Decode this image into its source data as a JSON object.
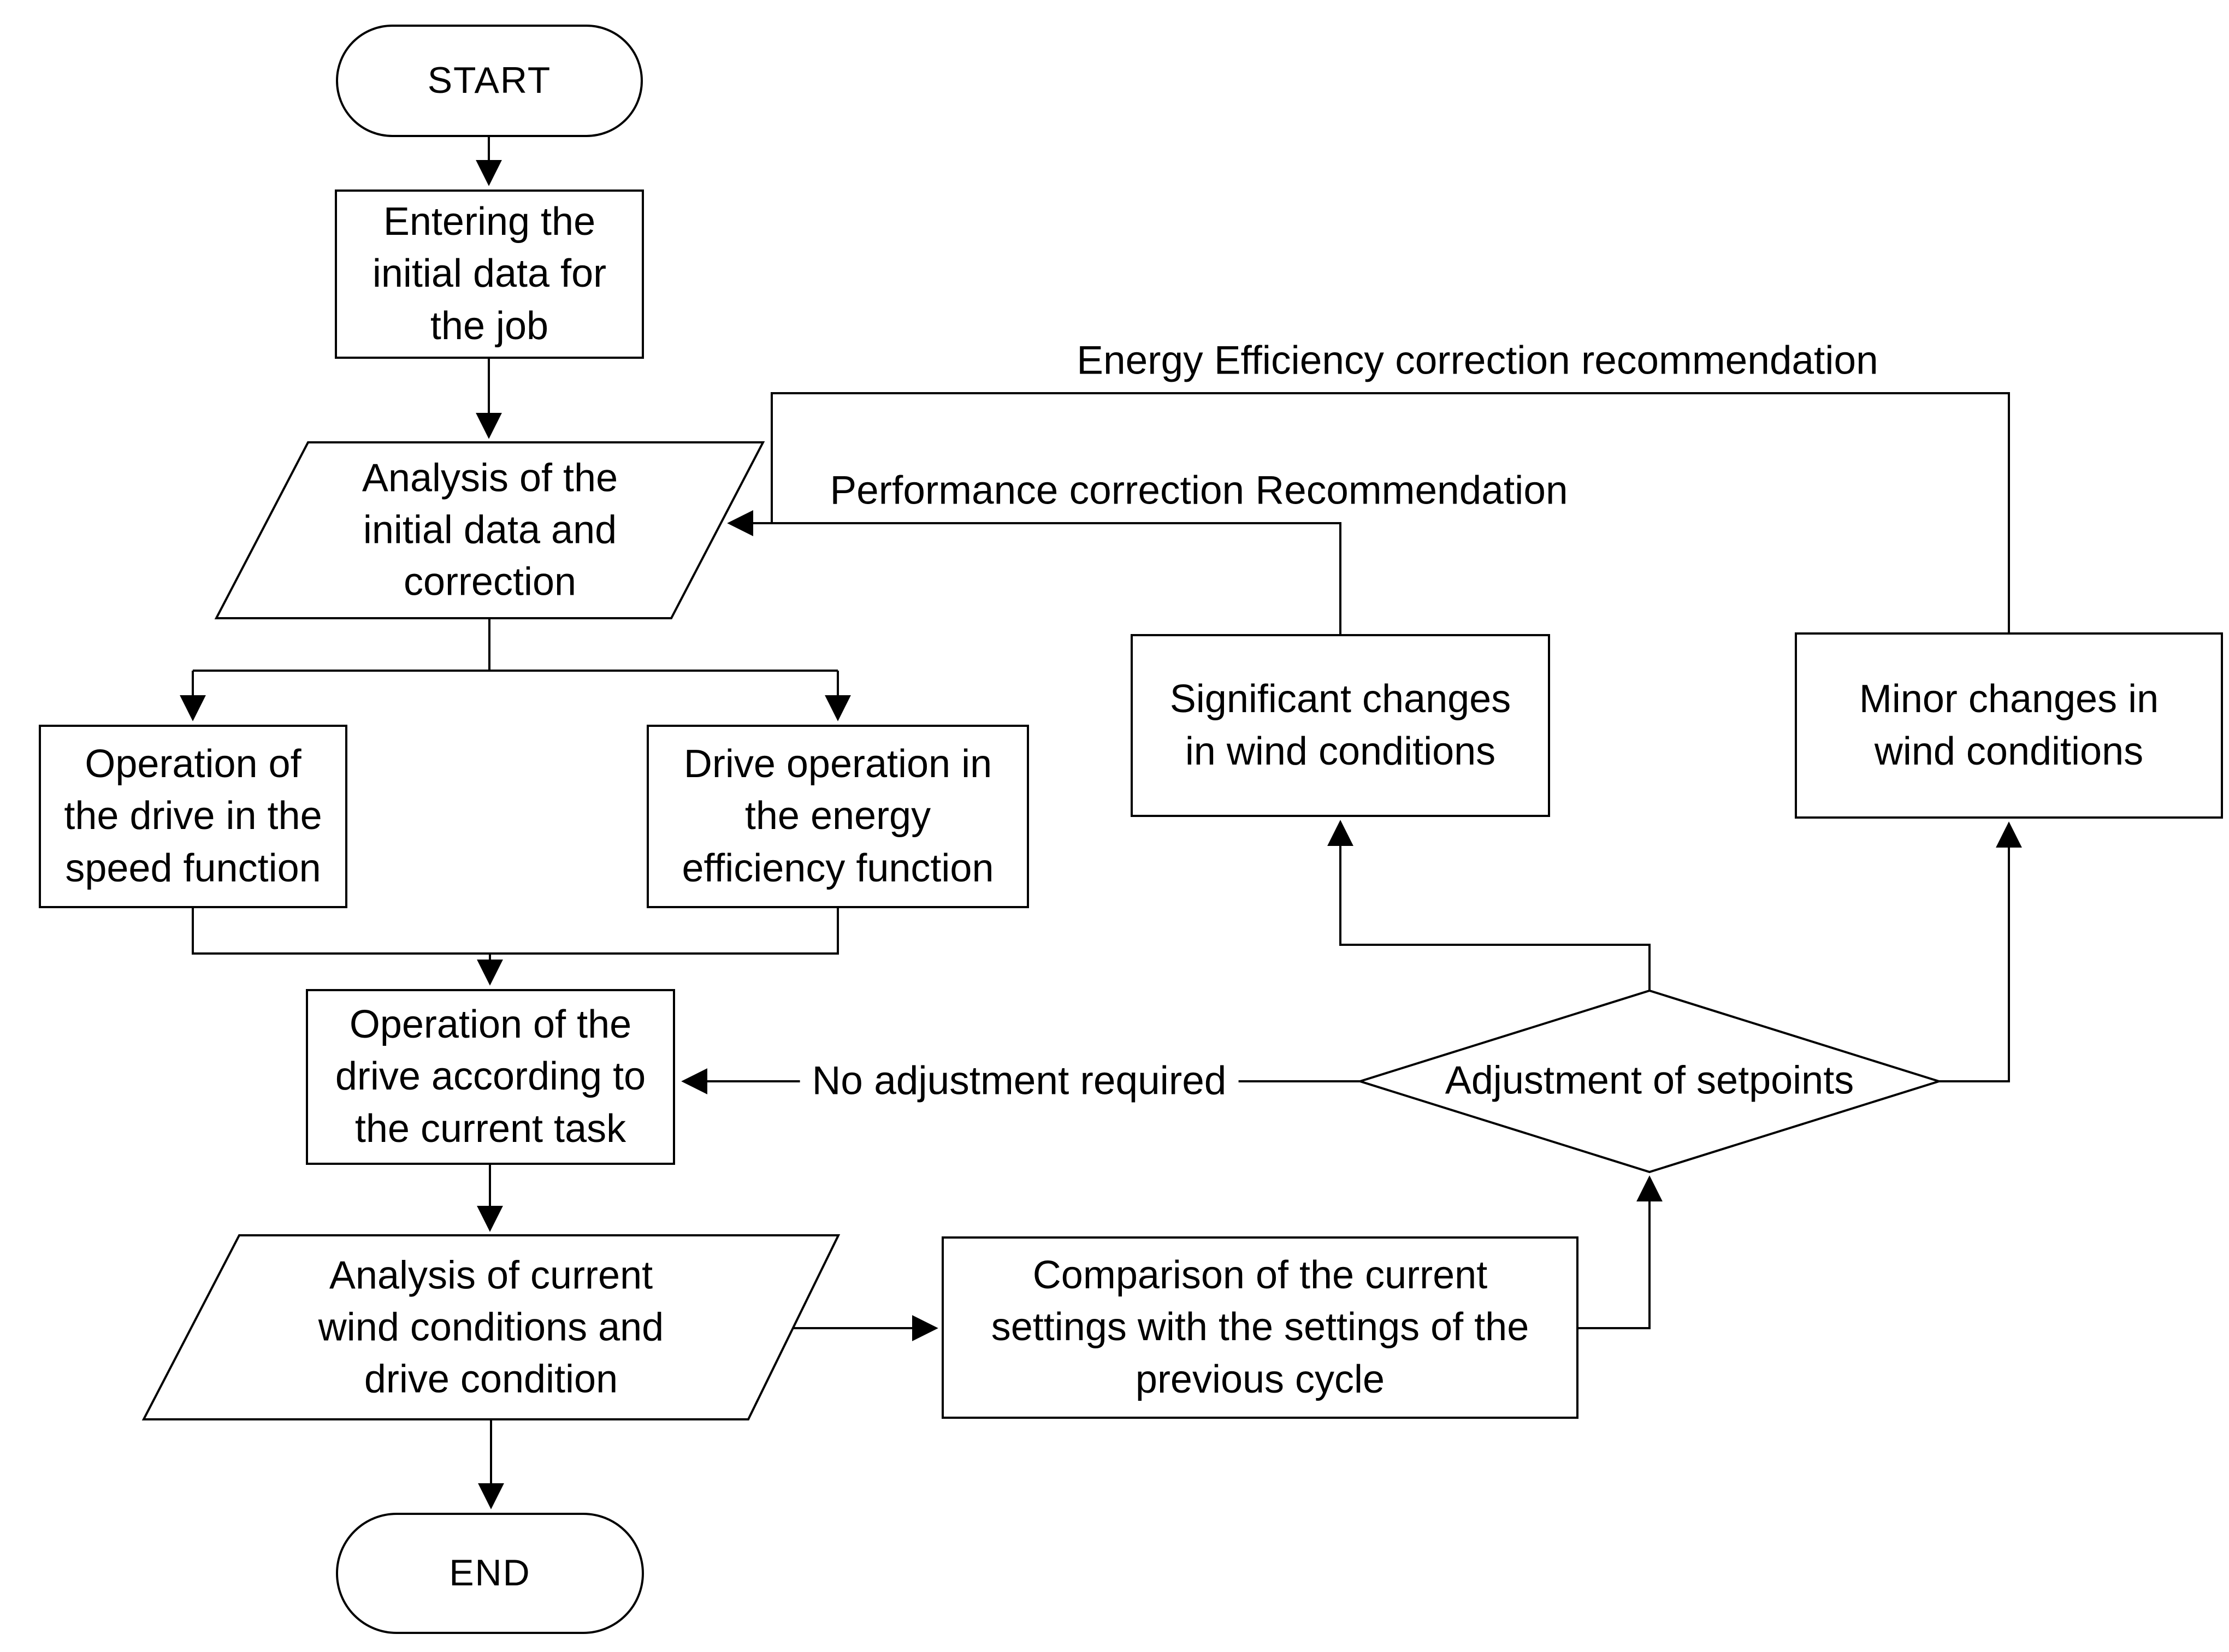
{
  "flowchart": {
    "nodes": {
      "start": {
        "label": "START",
        "type": "terminator"
      },
      "entering_data": {
        "label": "Entering the\ninitial data for\nthe job",
        "type": "process"
      },
      "analysis_initial": {
        "label": "Analysis of the\ninitial data and\ncorrection",
        "type": "data"
      },
      "speed_function": {
        "label": "Operation of\nthe drive in the\nspeed function",
        "type": "process"
      },
      "energy_efficiency_function": {
        "label": "Drive operation in\nthe energy\nefficiency function",
        "type": "process"
      },
      "current_task": {
        "label": "Operation of the\ndrive according to\nthe current task",
        "type": "process"
      },
      "analysis_wind": {
        "label": "Analysis of current\nwind conditions and\ndrive condition",
        "type": "data"
      },
      "comparison": {
        "label": "Comparison of the current\nsettings with the settings of the\nprevious cycle",
        "type": "process"
      },
      "adjustment_decision": {
        "label": "Adjustment of setpoints",
        "type": "decision"
      },
      "significant_changes": {
        "label": "Significant changes\nin wind conditions",
        "type": "process"
      },
      "minor_changes": {
        "label": "Minor changes in\nwind conditions",
        "type": "process"
      },
      "end": {
        "label": "END",
        "type": "terminator"
      }
    },
    "edge_labels": {
      "energy_efficiency_recommendation": "Energy Efficiency correction recommendation",
      "performance_recommendation": "Performance correction Recommendation",
      "no_adjustment": "No adjustment required"
    },
    "colors": {
      "stroke": "#000000",
      "background": "#ffffff",
      "text": "#000000"
    }
  }
}
